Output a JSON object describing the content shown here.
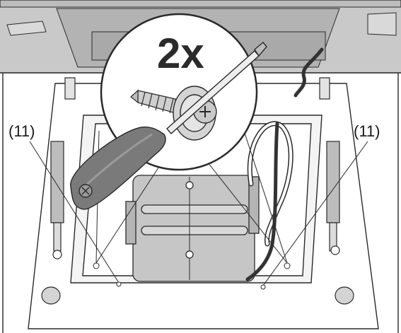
{
  "diagram": {
    "multiplier_label": "2x",
    "callouts": [
      {
        "id": "left",
        "label": "(11)"
      },
      {
        "id": "right",
        "label": "(11)"
      }
    ],
    "colors": {
      "housing_top": "#bdbdbd",
      "housing_edge": "#8c8c8c",
      "line": "#2a2a2a",
      "motor": "#c6c6c6",
      "handle": "#7a7a7a",
      "cable": "#333333"
    },
    "icons": [
      "screwdriver-icon",
      "screw-icon",
      "washer-icon"
    ]
  }
}
